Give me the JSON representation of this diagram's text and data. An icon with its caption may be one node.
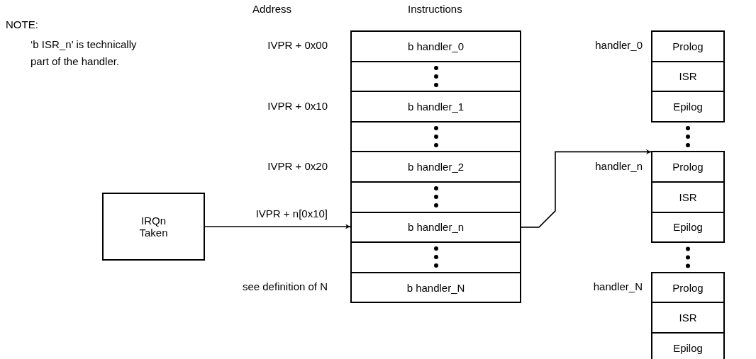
{
  "diagram": {
    "nodes": [
      {
        "text": [
          "IRQn Taken"
        ]
      },
      {
        "text": [
          "b handler_0"
        ],
        "beside": [
          "IVPR + 0x00"
        ]
      },
      {
        "text": [],
        "shape": "box"
      },
      {
        "text": [
          "b handler_1"
        ],
        "beside": [
          "IVPR + 0x10"
        ]
      },
      {
        "text": [],
        "shape": "box"
      },
      {
        "text": [
          "b handler_2"
        ],
        "beside": [
          "IVPR + 0x20"
        ]
      },
      {
        "text": [],
        "shape": "box"
      },
      {
        "text": [
          "b handler_n"
        ]
      },
      {
        "text": [],
        "shape": "box"
      },
      {
        "text": [
          "b handler_N"
        ],
        "beside": [
          "see definition of N"
        ]
      },
      {
        "text": [
          "Prolog"
        ],
        "beside": [
          "handler_0"
        ]
      },
      {
        "text": [
          "ISR"
        ]
      },
      {
        "text": [
          "Epilog"
        ]
      },
      {
        "text": [
          "Prolog"
        ],
        "beside": [
          "handler_n"
        ]
      },
      {
        "text": [
          "ISR"
        ]
      },
      {
        "text": [
          "Epilog"
        ]
      },
      {
        "text": [
          "Prolog"
        ],
        "beside": [
          "handler_N"
        ]
      },
      {
        "text": [
          "ISR"
        ]
      },
      {
        "text": [
          "Epilog"
        ]
      }
    ],
    "edges": [
      {
        "from": 0,
        "to": 7,
        "arrow": "to",
        "label": "IVPR + n[0x10]"
      },
      {
        "from": 7,
        "to": 13,
        "arrow": "to"
      }
    ],
    "labels": [
      "NOTE:",
      "‘b ISR_n’ is technically part of the handler.",
      "Address",
      "Instructions"
    ]
  }
}
